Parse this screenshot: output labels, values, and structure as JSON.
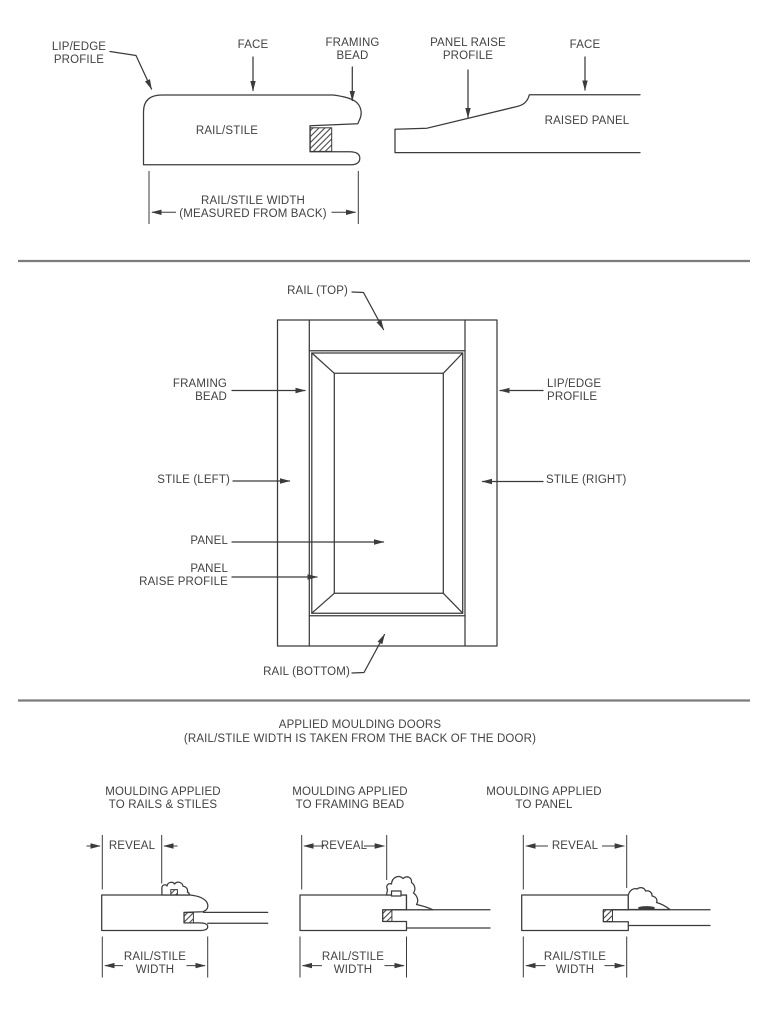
{
  "page": {
    "background": "#ffffff",
    "line_color": "#3b3b3b",
    "text_color": "#424242",
    "divider_color": "#7c7c7c"
  },
  "profiles_section": {
    "rail_stile_profile": {
      "lip_edge_label": "LIP/EDGE\nPROFILE",
      "face_label": "FACE",
      "framing_bead_label": "FRAMING\nBEAD",
      "body_label": "RAIL/STILE",
      "width_dim_label": "RAIL/STILE WIDTH\n(MEASURED FROM BACK)"
    },
    "raised_panel_profile": {
      "panel_raise_label": "PANEL RAISE\nPROFILE",
      "face_label": "FACE",
      "body_label": "RAISED PANEL"
    }
  },
  "door_section": {
    "rail_top_label": "RAIL (TOP)",
    "framing_bead_label": "FRAMING\nBEAD",
    "lip_edge_label": "LIP/EDGE\nPROFILE",
    "stile_left_label": "STILE (LEFT)",
    "stile_right_label": "STILE (RIGHT)",
    "panel_label": "PANEL",
    "panel_raise_label": "PANEL\nRAISE PROFILE",
    "rail_bottom_label": "RAIL (BOTTOM)"
  },
  "applied_section": {
    "title": "APPLIED MOULDING DOORS",
    "subtitle": "(RAIL/STILE WIDTH IS TAKEN FROM THE BACK OF THE DOOR)",
    "columns": [
      {
        "heading": "MOULDING APPLIED\nTO RAILS & STILES",
        "reveal_label": "REVEAL",
        "width_label": "RAIL/STILE\nWIDTH"
      },
      {
        "heading": "MOULDING APPLIED\nTO FRAMING BEAD",
        "reveal_label": "REVEAL",
        "width_label": "RAIL/STILE\nWIDTH"
      },
      {
        "heading": "MOULDING APPLIED\nTO PANEL",
        "reveal_label": "REVEAL",
        "width_label": "RAIL/STILE\nWIDTH"
      }
    ]
  }
}
